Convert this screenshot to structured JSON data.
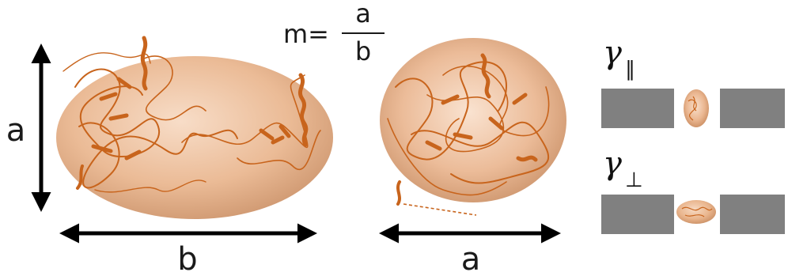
{
  "formula": {
    "lhs": "m=",
    "numerator": "a",
    "denominator": "b"
  },
  "ellipsoid_view": {
    "vertical_axis_label": "a",
    "horizontal_axis_label": "b"
  },
  "sphere_view": {
    "horizontal_axis_label": "a"
  },
  "orientations": [
    {
      "symbol": "γ",
      "subscript": "∥"
    },
    {
      "symbol": "γ",
      "subscript": "⊥"
    }
  ],
  "colors": {
    "ellipsoid_fill": "#e8b48c",
    "protein_ribbon": "#c8641c",
    "arrow": "#000000",
    "wall_block": "#808080",
    "text": "#1a1a1a"
  }
}
